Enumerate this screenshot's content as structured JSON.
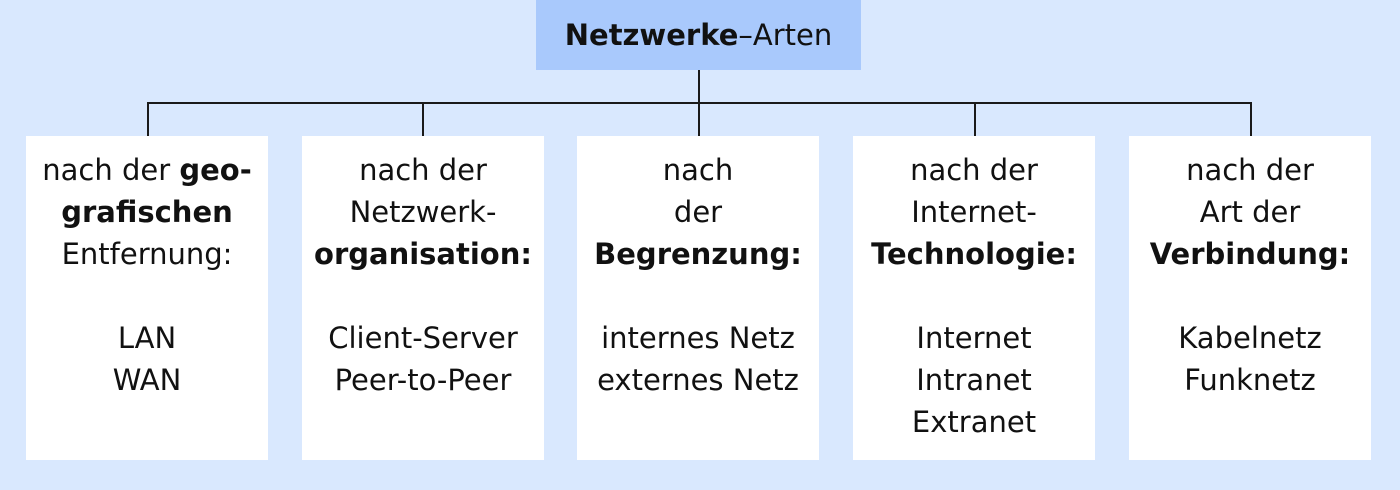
{
  "title": {
    "main": "Netzwerke",
    "dash": " – ",
    "sub": "Arten"
  },
  "categories": [
    {
      "heading_lines": [
        [
          {
            "text": "nach der ",
            "bold": false
          },
          {
            "text": "geo-",
            "bold": true
          }
        ],
        [
          {
            "text": "grafischen",
            "bold": true
          }
        ],
        [
          {
            "text": "Entfernung:",
            "bold": false
          }
        ]
      ],
      "items": [
        "LAN",
        "WAN"
      ]
    },
    {
      "heading_lines": [
        [
          {
            "text": "nach der",
            "bold": false
          }
        ],
        [
          {
            "text": "Netzwerk-",
            "bold": false
          }
        ],
        [
          {
            "text": "organisation:",
            "bold": true
          }
        ]
      ],
      "items": [
        "Client-Server",
        "Peer-to-Peer"
      ]
    },
    {
      "heading_lines": [
        [
          {
            "text": "nach",
            "bold": false
          }
        ],
        [
          {
            "text": "der",
            "bold": false
          }
        ],
        [
          {
            "text": "Begrenzung:",
            "bold": true
          }
        ]
      ],
      "items": [
        "internes Netz",
        "externes Netz"
      ]
    },
    {
      "heading_lines": [
        [
          {
            "text": "nach der",
            "bold": false
          }
        ],
        [
          {
            "text": "Internet-",
            "bold": false
          }
        ],
        [
          {
            "text": "Technologie:",
            "bold": true
          }
        ]
      ],
      "items": [
        "Internet",
        "Intranet",
        "Extranet"
      ]
    },
    {
      "heading_lines": [
        [
          {
            "text": "nach der",
            "bold": false
          }
        ],
        [
          {
            "text": "Art der",
            "bold": false
          }
        ],
        [
          {
            "text": "Verbindung:",
            "bold": true
          }
        ]
      ],
      "items": [
        "Kabelnetz",
        "Funknetz"
      ]
    }
  ],
  "colors": {
    "background": "#d9e8fe",
    "title_box": "#a9c9fc",
    "category_box": "#ffffff",
    "connector": "#1a1a1a"
  }
}
